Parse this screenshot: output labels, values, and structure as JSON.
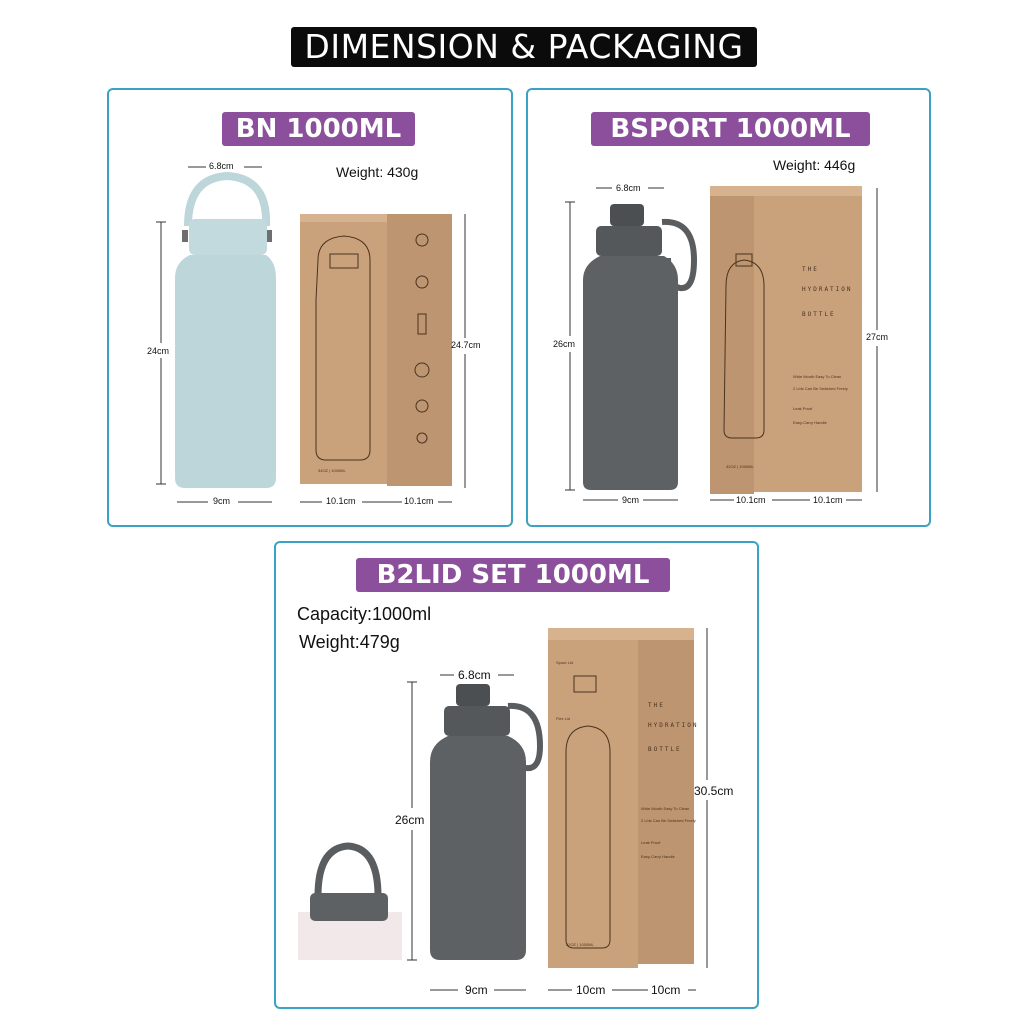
{
  "header": {
    "title": "DIMENSION & PACKAGING"
  },
  "panels": {
    "bn": {
      "label": "BN 1000ML",
      "weight": "Weight: 430g",
      "dims": {
        "lid_width": "6.8cm",
        "height": "24cm",
        "base_width": "9cm",
        "box_height": "24.7cm",
        "box_w1": "10.1cm",
        "box_w2": "10.1cm"
      },
      "box_print": "34OZ | 1000ML"
    },
    "bsport": {
      "label": "BSPORT 1000ML",
      "weight": "Weight: 446g",
      "dims": {
        "lid_width": "6.8cm",
        "height": "26cm",
        "base_width": "9cm",
        "box_height": "27cm",
        "box_w1": "10.1cm",
        "box_w2": "10.1cm"
      },
      "box_print": {
        "line1": "THE",
        "line2": "HYDRATION",
        "line3": "BOTTLE",
        "features": [
          "Wide Mouth Easy To Clean",
          "2 Lids Can Be Switched Freely",
          "Leak Proof",
          "Easy-Carry Handle"
        ],
        "size": "32OZ | 1000ML"
      }
    },
    "b2lid": {
      "label": "B2LID SET 1000ML",
      "capacity": "Capacity:1000ml",
      "weight": "Weight:479g",
      "dims": {
        "lid_width": "6.8cm",
        "height": "26cm",
        "base_width": "9cm",
        "box_height": "30.5cm",
        "box_w1": "10cm",
        "box_w2": "10cm"
      },
      "box_print": {
        "lid1": "Spout Lid",
        "lid2": "Flex Lid",
        "line1": "THE",
        "line2": "HYDRATION",
        "line3": "BOTTLE",
        "features": [
          "Wide Mouth Easy To Clean",
          "2 Lids Can Be Switched Freely",
          "Leak Proof",
          "Easy-Carry Handle"
        ],
        "size": "32OZ | 1000ML"
      }
    }
  },
  "colors": {
    "panel_border": "#3aa3c5",
    "label_bg": "#8b4f9b",
    "kraft": "#c9a27c",
    "bottle_blue": "#bcd6da",
    "bottle_gray": "#5e6164"
  }
}
